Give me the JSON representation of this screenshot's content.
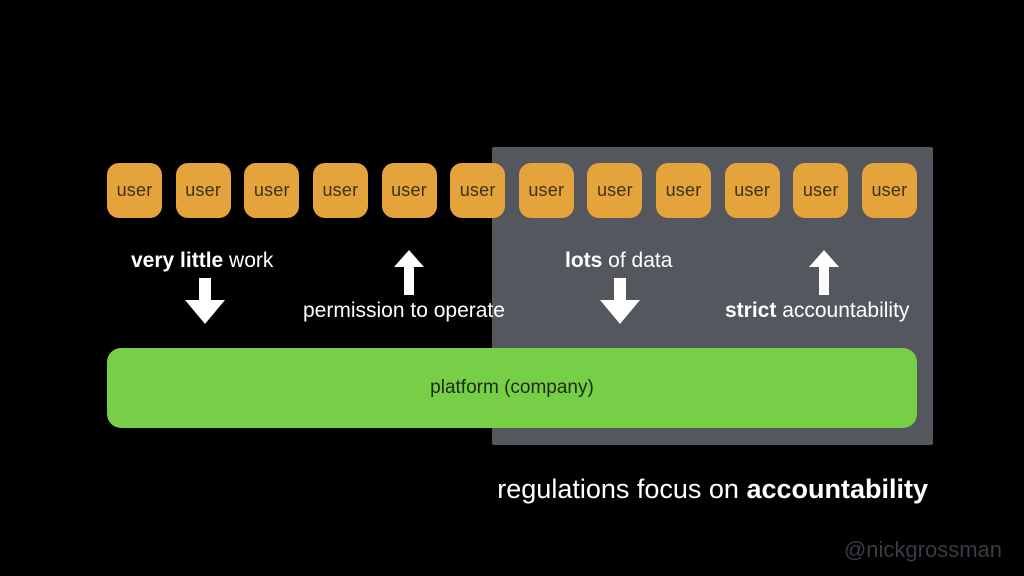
{
  "slide": {
    "watermark": "@nickgrossman"
  },
  "colors": {
    "slide_bg": "#000000",
    "user_box": "#E5A33C",
    "user_box_text": "#3F3316",
    "gray_panel": "#54585E",
    "platform_bar": "#77CF47",
    "platform_text": "#1E2B10",
    "label_text": "#FFFFFF",
    "watermark_text": "#383D43",
    "arrow_fill": "#FFFFFF"
  },
  "users": {
    "label": "user",
    "count": 12
  },
  "labels": {
    "left_down": {
      "bold": "very little",
      "rest": " work"
    },
    "left_up": {
      "text": "permission to operate"
    },
    "right_down": {
      "bold": "lots",
      "rest": " of data"
    },
    "right_up": {
      "bold": "strict",
      "rest": " accountability"
    }
  },
  "platform": {
    "label": "platform (company)"
  },
  "caption": {
    "regular": "regulations focus on ",
    "bold": "accountability"
  }
}
